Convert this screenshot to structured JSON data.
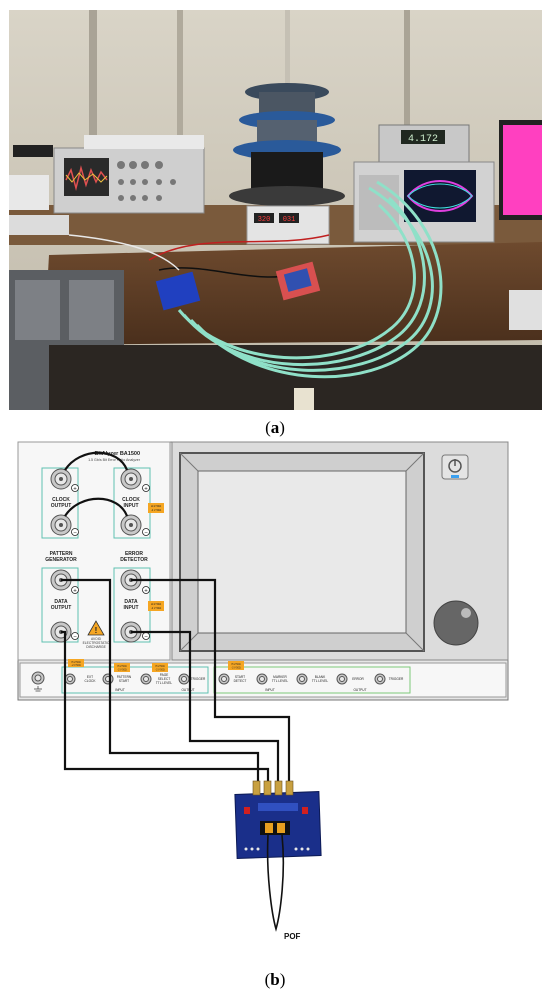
{
  "captions": {
    "a": "a",
    "b": "b"
  },
  "photo": {
    "multimeter_reading": "4.172",
    "psu_reading_left": "320",
    "psu_reading_right": "031"
  },
  "analyzer": {
    "brand": "BitAlyzer BA1500",
    "model_line": "1.5 Gb/s Bit Error Ratio Analyzer",
    "clock_output": [
      "CLOCK",
      "OUTPUT"
    ],
    "clock_input": [
      "CLOCK",
      "INPUT"
    ],
    "pattern_generator": [
      "PATTERN",
      "GENERATOR"
    ],
    "error_detector": [
      "ERROR",
      "DETECTOR"
    ],
    "data_output": [
      "DATA",
      "OUTPUT"
    ],
    "data_input": [
      "DATA",
      "INPUT"
    ],
    "warning": [
      "AVOID",
      "ELECTROSTATIC",
      "DISCHARGE"
    ],
    "imp_tag": [
      "Hi Z 50Ω",
      "-2 V 50Ω"
    ],
    "bottom_left_labels": [
      [
        "EXT",
        "CLOCK"
      ],
      [
        "PATTERN",
        "START"
      ],
      [
        "PAGE",
        "SELECT",
        "TTL LEVEL"
      ],
      [
        "TRIGGER"
      ]
    ],
    "bottom_left_groups": [
      "INPUT",
      "OUTPUT"
    ],
    "bottom_right_labels": [
      [
        "START",
        "DETECT"
      ],
      [
        "MARKER",
        "TTL LEVEL"
      ],
      [
        "BLANK",
        "TTL LEVEL"
      ],
      [
        "ERROR"
      ],
      [
        "TRIGGER"
      ]
    ],
    "bottom_right_groups": [
      "INPUT",
      "OUTPUT"
    ]
  },
  "board": {
    "label": "POF"
  },
  "colors": {
    "cable": "#111111",
    "teal_box": "#5fc0b0",
    "green_box": "#7cc97a",
    "warn": "#f5a623",
    "board_blue": "#1a2f8a"
  }
}
